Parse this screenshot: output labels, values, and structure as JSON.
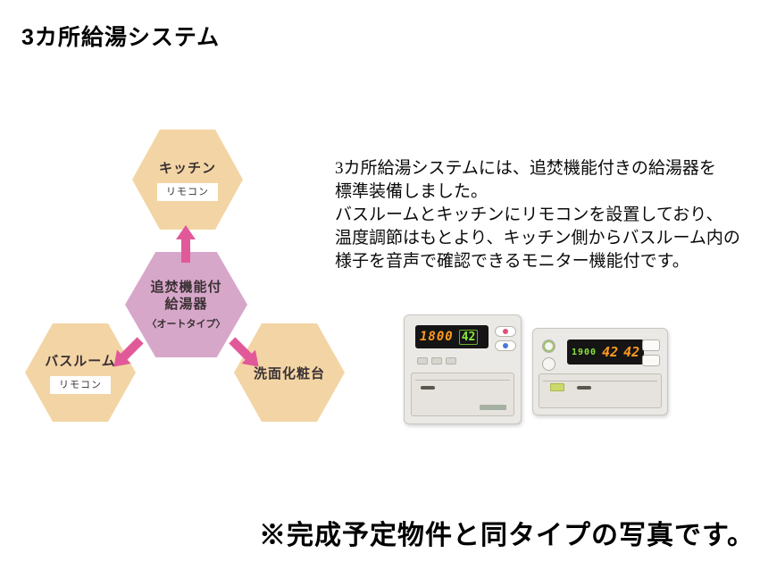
{
  "page": {
    "title": "3カ所給湯システム",
    "caption": "※完成予定物件と同タイプの写真です。"
  },
  "diagram": {
    "kitchen_label": "キッチン",
    "kitchen_sub": "リモコン",
    "heater_line1": "追焚機能付",
    "heater_line2": "給湯器",
    "heater_line3": "〈オートタイプ〉",
    "bathroom_label": "バスルーム",
    "bathroom_sub": "リモコン",
    "vanity_label": "洗面化粧台",
    "colors": {
      "node_fill": "#f3d5a5",
      "center_fill": "#d7a7ca",
      "arrow": "#e2599a"
    }
  },
  "description": {
    "line1": "3カ所給湯システムには、追焚機能付きの給湯器を",
    "line2": "標準装備しました。",
    "line3": "バスルームとキッチンにリモコンを設置しており、",
    "line4": "温度調節はもとより、キッチン側からバスルーム内の",
    "line5": "様子を音声で確認できるモニター機能付です。"
  },
  "controllers": {
    "left_display": {
      "time": "1800",
      "temp": "42"
    },
    "right_display": {
      "time": "1900",
      "temp1": "42",
      "temp2": "42"
    },
    "display_colors": {
      "orange": "#ff9a1e",
      "green": "#8ae63c"
    }
  }
}
